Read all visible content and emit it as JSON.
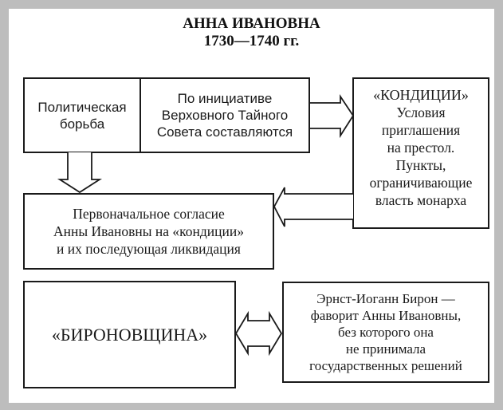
{
  "title": {
    "line1": "АННА ИВАНОВНА",
    "line2": "1730—1740 гг."
  },
  "boxes": {
    "political_struggle": {
      "lines": [
        "Политическая",
        "борьба"
      ]
    },
    "initiative": {
      "lines": [
        "По инициативе",
        "Верховного Тайного",
        "Совета составляются"
      ]
    },
    "conditions": {
      "heading": "«КОНДИЦИИ»",
      "lines": [
        "Условия",
        "приглашения",
        "на престол.",
        "Пункты,",
        "ограничивающие",
        "власть монарха"
      ]
    },
    "consent": {
      "lines": [
        "Первоначальное согласие",
        "Анны Ивановны на «кондиции»",
        "и их последующая ликвидация"
      ]
    },
    "bironovshchina": {
      "label": "«БИРОНОВЩИНА»"
    },
    "biron": {
      "lines": [
        "Эрнст-Иоганн Бирон —",
        "фаворит Анны Ивановны,",
        "без которого она",
        "не принимала",
        "государственных решений"
      ]
    }
  },
  "colors": {
    "ink": "#1a1a1a",
    "frame": "#bdbdbd",
    "paper": "#ffffff"
  }
}
